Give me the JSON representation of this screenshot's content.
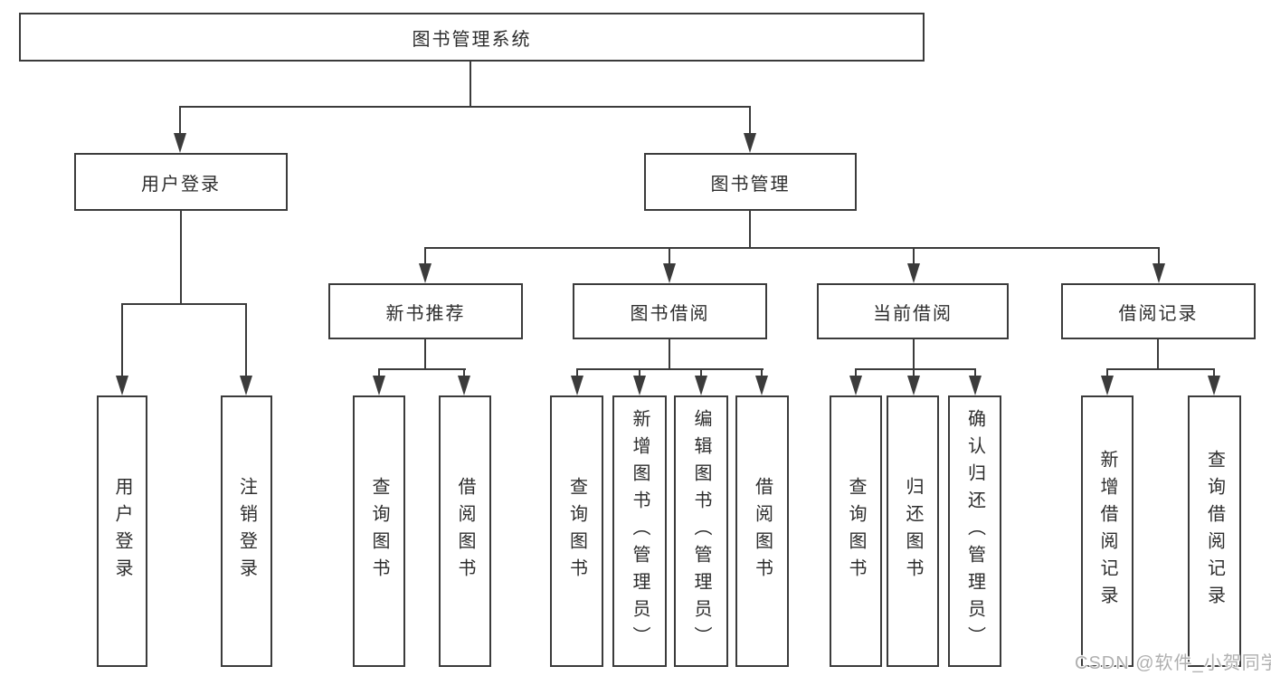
{
  "diagram": {
    "root": {
      "label": "图书管理系统"
    },
    "branches": [
      {
        "label": "用户登录",
        "children": [
          {
            "label": "用户登录"
          },
          {
            "label": "注销登录"
          }
        ]
      },
      {
        "label": "图书管理",
        "children": [
          {
            "label": "新书推荐",
            "children": [
              {
                "label": "查询图书"
              },
              {
                "label": "借阅图书"
              }
            ]
          },
          {
            "label": "图书借阅",
            "children": [
              {
                "label": "查询图书"
              },
              {
                "label": "新增图书（管理员）"
              },
              {
                "label": "编辑图书（管理员）"
              },
              {
                "label": "借阅图书"
              }
            ]
          },
          {
            "label": "当前借阅",
            "children": [
              {
                "label": "查询图书"
              },
              {
                "label": "归还图书"
              },
              {
                "label": "确认归还（管理员）"
              }
            ]
          },
          {
            "label": "借阅记录",
            "children": [
              {
                "label": "新增借阅记录"
              },
              {
                "label": "查询借阅记录"
              }
            ]
          }
        ]
      }
    ]
  },
  "watermark": {
    "text": "CSDN @软件_小贺同学"
  },
  "colors": {
    "line": "#3b3b3b",
    "text": "#2d2d2d",
    "watermark": "#b0b0b0",
    "background": "#ffffff"
  }
}
